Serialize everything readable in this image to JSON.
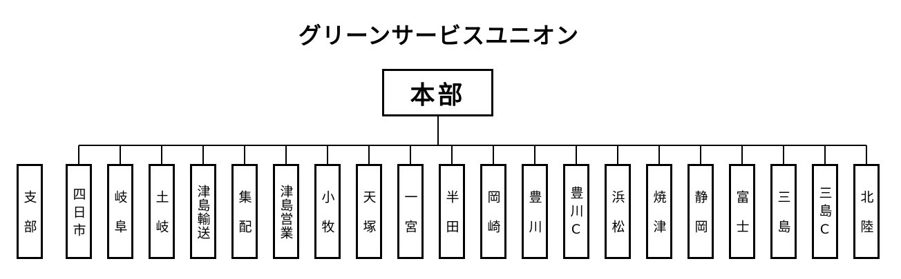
{
  "title": "グリーンサービスユニオン",
  "headquarters": {
    "label": "本部"
  },
  "branches": [
    {
      "label": "支部"
    },
    {
      "label": "四日市"
    },
    {
      "label": "岐阜"
    },
    {
      "label": "土岐"
    },
    {
      "label": "津島輸送"
    },
    {
      "label": "集配"
    },
    {
      "label": "津島営業"
    },
    {
      "label": "小牧"
    },
    {
      "label": "天塚"
    },
    {
      "label": "一宮"
    },
    {
      "label": "半田"
    },
    {
      "label": "岡崎"
    },
    {
      "label": "豊川"
    },
    {
      "label": "豊川C"
    },
    {
      "label": "浜松"
    },
    {
      "label": "焼津"
    },
    {
      "label": "静岡"
    },
    {
      "label": "富士"
    },
    {
      "label": "三島"
    },
    {
      "label": "三島C"
    },
    {
      "label": "北陸"
    }
  ],
  "colors": {
    "line": "#000000",
    "box_border": "#000000",
    "background": "#ffffff"
  }
}
